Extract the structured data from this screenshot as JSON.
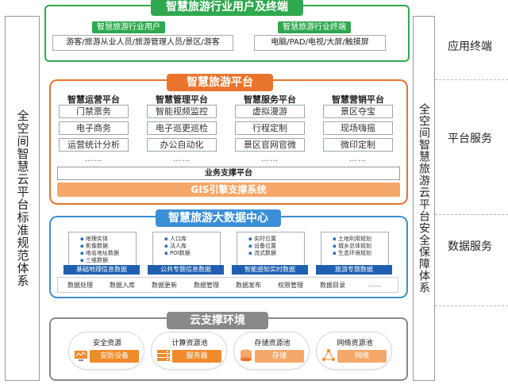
{
  "left_bar": "全空间智慧云平台标准规范体系",
  "right_bar": "全空间智慧旅游云平台安全保障体系",
  "right_labels": [
    "应用终端",
    "平台服务",
    "数据服务"
  ],
  "top": {
    "title": "智慧旅游行业用户及终端",
    "users_tag": "智慧旅游行业用户",
    "users_text": "游客/旅游从业人员/旅游管理人员/景区/游客",
    "terminal_tag": "智慧旅游行业终端",
    "terminal_text": "电脑/PAD/电视/大屏/触摸屏"
  },
  "platform": {
    "title": "智慧旅游平台",
    "columns": [
      {
        "head": "智慧运营平台",
        "items": [
          "门禁票务",
          "电子商务",
          "运营统计分析"
        ],
        "dots": "……"
      },
      {
        "head": "智慧管理平台",
        "items": [
          "智能视频监控",
          "电子巡更巡检",
          "办公自动化"
        ],
        "dots": "……"
      },
      {
        "head": "智慧服务平台",
        "items": [
          "虚拟漫游",
          "行程定制",
          "景区官网官微"
        ],
        "dots": "……"
      },
      {
        "head": "智慧营销平台",
        "items": [
          "景区夺宝",
          "现场嗨摇",
          "微印定制"
        ],
        "dots": "……"
      }
    ],
    "support": "业务支撑平台",
    "gis": "GIS引擎支撑系统"
  },
  "data_center": {
    "title": "智慧旅游大数据中心",
    "cards": [
      {
        "items": [
          "地理实体",
          "影像数据",
          "地名地址数据",
          "三维数据"
        ],
        "caption": "基础地理信息数据"
      },
      {
        "items": [
          "人口库",
          "法人库",
          "POI数据"
        ],
        "caption": "公共专题信息数据"
      },
      {
        "items": [
          "实时位置",
          "设备位置",
          "流式数据"
        ],
        "caption": "智能感知实时数据"
      },
      {
        "items": [
          "土地利用规划",
          "城乡总体规划",
          "生态环境规划"
        ],
        "caption": "旅游专题数据"
      }
    ],
    "processes": [
      "数据处理",
      "数据入库",
      "数据更新",
      "数据管理",
      "数据发布",
      "权限管理",
      "数据目录",
      "……"
    ]
  },
  "cloud": {
    "title": "云支撑环境",
    "items": [
      {
        "title": "安全资源",
        "label": "安防设备",
        "color": "#f08a2a",
        "icon": "monitor-icon"
      },
      {
        "title": "计算资源池",
        "label": "服务器",
        "color": "#f08a2a",
        "icon": "server-icon"
      },
      {
        "title": "存储资源池",
        "label": "存储",
        "color": "#f5a86a",
        "icon": "storage-icon"
      },
      {
        "title": "网络资源池",
        "label": "网络",
        "color": "#f5a86a",
        "icon": "network-icon"
      }
    ]
  },
  "colors": {
    "green": "#2fa84f",
    "orange": "#e9742b",
    "blue": "#3b8fd6",
    "navy": "#1f5fb0",
    "gray": "#888888"
  }
}
